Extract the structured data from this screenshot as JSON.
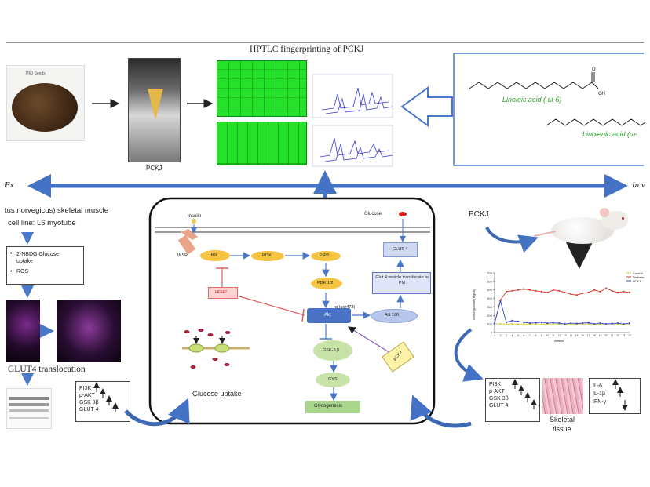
{
  "top_panel": {
    "title": "HPTLC fingerprinting of PCKJ",
    "jar_label": "PCKJ",
    "seed_tag": "PKJ Seeds",
    "left_cut_text": "Ex",
    "right_cut_text": "In v",
    "compounds": {
      "linoleic": "Linoleic acid ( ω-6)",
      "linolenic": "Linolenic acid (ω-"
    },
    "colors": {
      "hptlc_green": "#22dd22",
      "compound_green": "#2e9e2e",
      "main_blue": "#4472c4"
    }
  },
  "left_panel": {
    "species_line": "tus norvegicus) skeletal muscle",
    "cell_line": "cell line: L6 myotube",
    "assay_items": [
      "2-NBDG Glucose uptake",
      "ROS"
    ],
    "glut4_caption": "GLUT4 translocation",
    "protein_items": [
      "PI3K",
      "p-AKT",
      "GSK 3β",
      "GLUT 4"
    ]
  },
  "pathway": {
    "insulin": "Insulin",
    "glucose": "Glucose",
    "insr": "INSR",
    "irs": "IRS",
    "pi3k": "PI3K",
    "pip3": "PIP3",
    "glut4": "GLUT 4",
    "pdk": "PDK 1/2",
    "akt": "Akt",
    "hfhp": "HFHP",
    "ser473": "+p (ser473)",
    "as160": "AS 160",
    "vesicle": "Glut 4 vesicle translocate to PM",
    "gsk": "GSK-3 β",
    "gys": "GYS",
    "glycogenesis": "Glycogenesis",
    "glucose_uptake": "Glucose uptake",
    "pckj_badge": "PCKJ"
  },
  "right_panel": {
    "pckj_label": "PCKJ",
    "chart_legend": [
      "Control",
      "Diabetic",
      "PCKJ"
    ],
    "chart_ylabel": "Blood glucose (mg/dl)",
    "chart_xlabel": "Weeks",
    "protein_items": [
      "PI3K",
      "p-AKT",
      "GSK 3β",
      "GLUT 4"
    ],
    "cytokines": [
      "IL-6",
      "IL-1β",
      "IFN-γ"
    ],
    "tissue_caption_1": "Skeletal",
    "tissue_caption_2": "tissue"
  },
  "chart_data": {
    "type": "line",
    "title": "",
    "xlabel": "Weeks",
    "ylabel": "Blood glucose (mg/dl)",
    "ylim": [
      0,
      700
    ],
    "yticks": [
      0,
      100,
      200,
      300,
      400,
      500,
      600,
      700
    ],
    "x": [
      1,
      2,
      3,
      4,
      5,
      6,
      7,
      8,
      9,
      10,
      11,
      12,
      13,
      14,
      15,
      16,
      17,
      18,
      19,
      20,
      21,
      22,
      23,
      24
    ],
    "series": [
      {
        "name": "Control",
        "color": "#d6c93a",
        "values": [
          105,
          100,
          100,
          100,
          98,
          100,
          100,
          100,
          98,
          100,
          100,
          100,
          100,
          98,
          100,
          100,
          100,
          100,
          98,
          100,
          100,
          100,
          98,
          100
        ]
      },
      {
        "name": "Diabetic",
        "color": "#d23a2a",
        "values": [
          110,
          380,
          480,
          490,
          500,
          510,
          500,
          490,
          480,
          470,
          500,
          490,
          470,
          450,
          440,
          460,
          470,
          500,
          480,
          520,
          490,
          470,
          480,
          470
        ]
      },
      {
        "name": "PCKJ",
        "color": "#3347c2",
        "values": [
          108,
          370,
          120,
          140,
          130,
          120,
          110,
          115,
          120,
          110,
          115,
          110,
          100,
          110,
          105,
          110,
          115,
          100,
          110,
          100,
          105,
          110,
          100,
          110
        ]
      }
    ]
  }
}
